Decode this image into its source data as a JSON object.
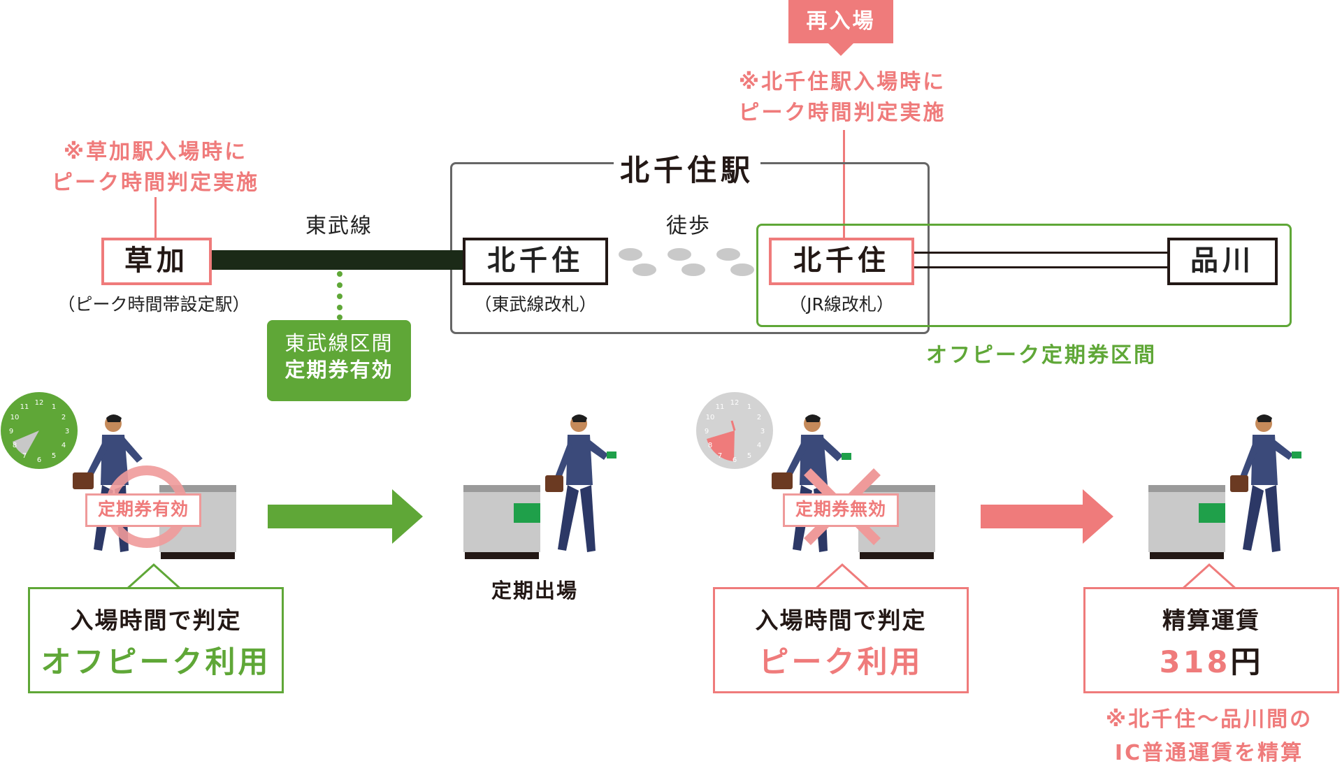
{
  "notes": {
    "soka_note": [
      "※草加駅入場時に",
      "ピーク時間判定実施"
    ],
    "kitasenju_note": [
      "※北千住駅入場時に",
      "ピーク時間判定実施"
    ],
    "reentry_tag": "再入場",
    "fare_note": [
      "※北千住〜品川間の",
      "IC普通運賃を精算"
    ]
  },
  "stations": {
    "soka": "草加",
    "soka_sub": "（ピーク時間帯設定駅）",
    "kitasenju_tobu": "北千住",
    "kitasenju_tobu_sub": "（東武線改札）",
    "kitasenju_jr": "北千住",
    "kitasenju_jr_sub": "（JR線改札）",
    "shinagawa": "品川",
    "kitasenju_station_title": "北千住駅"
  },
  "lines": {
    "tobu": "東武線",
    "walk": "徒歩",
    "tobu_section": [
      "東武線区間",
      "定期券有効"
    ],
    "offpeak_section": "オフピーク定期券区間"
  },
  "scenes": {
    "valid_stamp": "定期券有効",
    "exit_caption": "定期出場",
    "invalid_stamp": "定期券無効",
    "callout_offpeak": [
      "入場時間で判定",
      "オフピーク利用"
    ],
    "callout_peak": [
      "入場時間で判定",
      "ピーク利用"
    ],
    "callout_fare": [
      "精算運賃",
      "318",
      "円"
    ]
  },
  "clock_numbers": [
    "12",
    "1",
    "2",
    "3",
    "4",
    "5",
    "6",
    "7",
    "8",
    "9",
    "10",
    "11"
  ],
  "colors": {
    "green": "#5fa737",
    "pink": "#ef7b7b",
    "dark": "#231815",
    "gray": "#bdbdbd"
  }
}
